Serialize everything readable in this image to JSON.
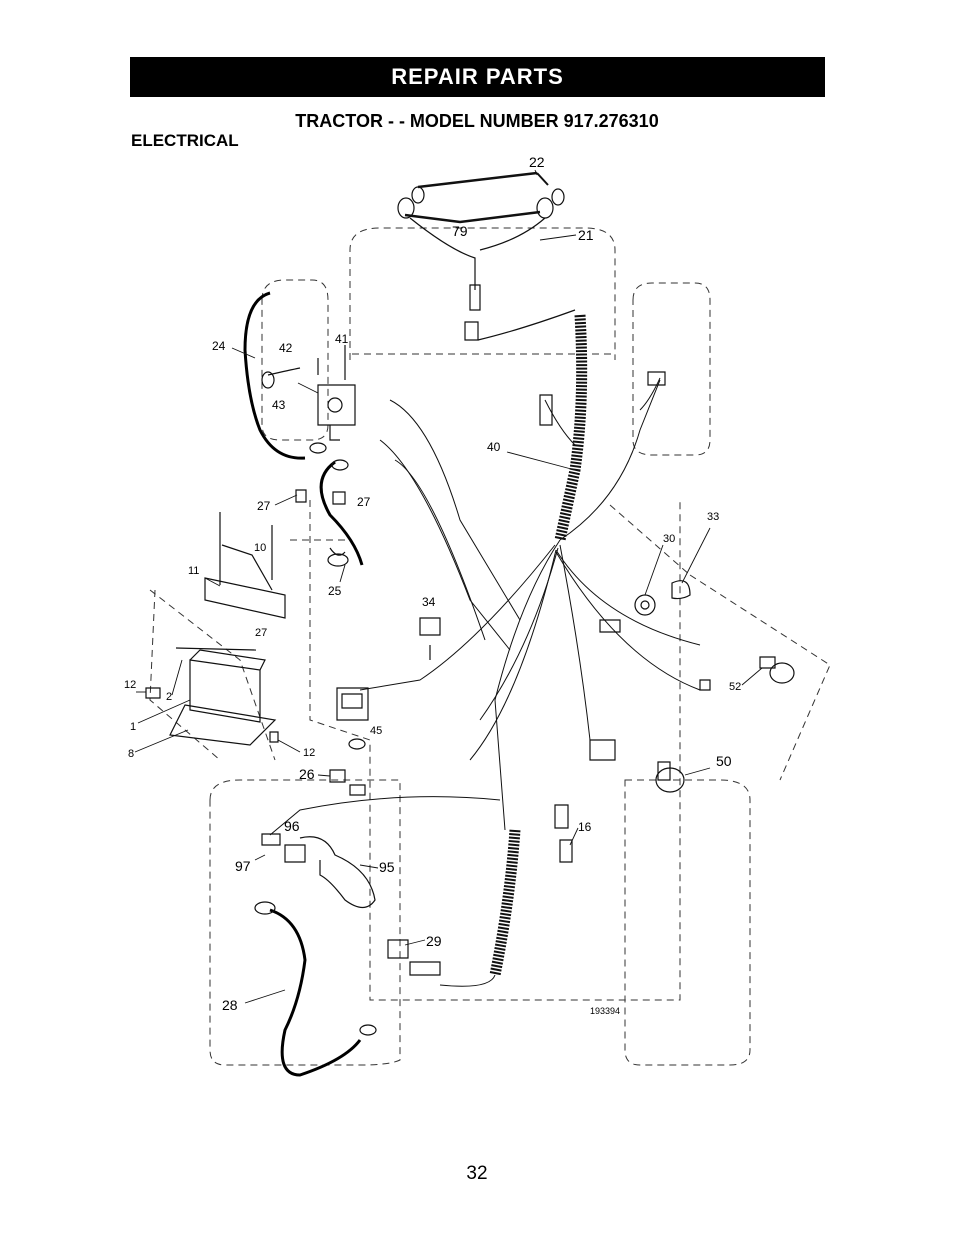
{
  "header": {
    "banner": "REPAIR PARTS",
    "model_title": "TRACTOR - - MODEL NUMBER 917.276310"
  },
  "section": {
    "label": "ELECTRICAL"
  },
  "diagram": {
    "drawing_number": "193394",
    "callouts": {
      "c22": "22",
      "c79": "79",
      "c21": "21",
      "c24": "24",
      "c42": "42",
      "c41": "41",
      "c43": "43",
      "c40": "40",
      "c27a": "27",
      "c27b": "27",
      "c27c": "27",
      "c10": "10",
      "c11": "11",
      "c25": "25",
      "c34": "34",
      "c33": "33",
      "c30": "30",
      "c12a": "12",
      "c2": "2",
      "c1": "1",
      "c8": "8",
      "c12b": "12",
      "c45": "45",
      "c52": "52",
      "c50": "50",
      "c26": "26",
      "c96": "96",
      "c97": "97",
      "c95": "95",
      "c16": "16",
      "c29": "29",
      "c28": "28"
    }
  },
  "footer": {
    "page_number": "32"
  }
}
